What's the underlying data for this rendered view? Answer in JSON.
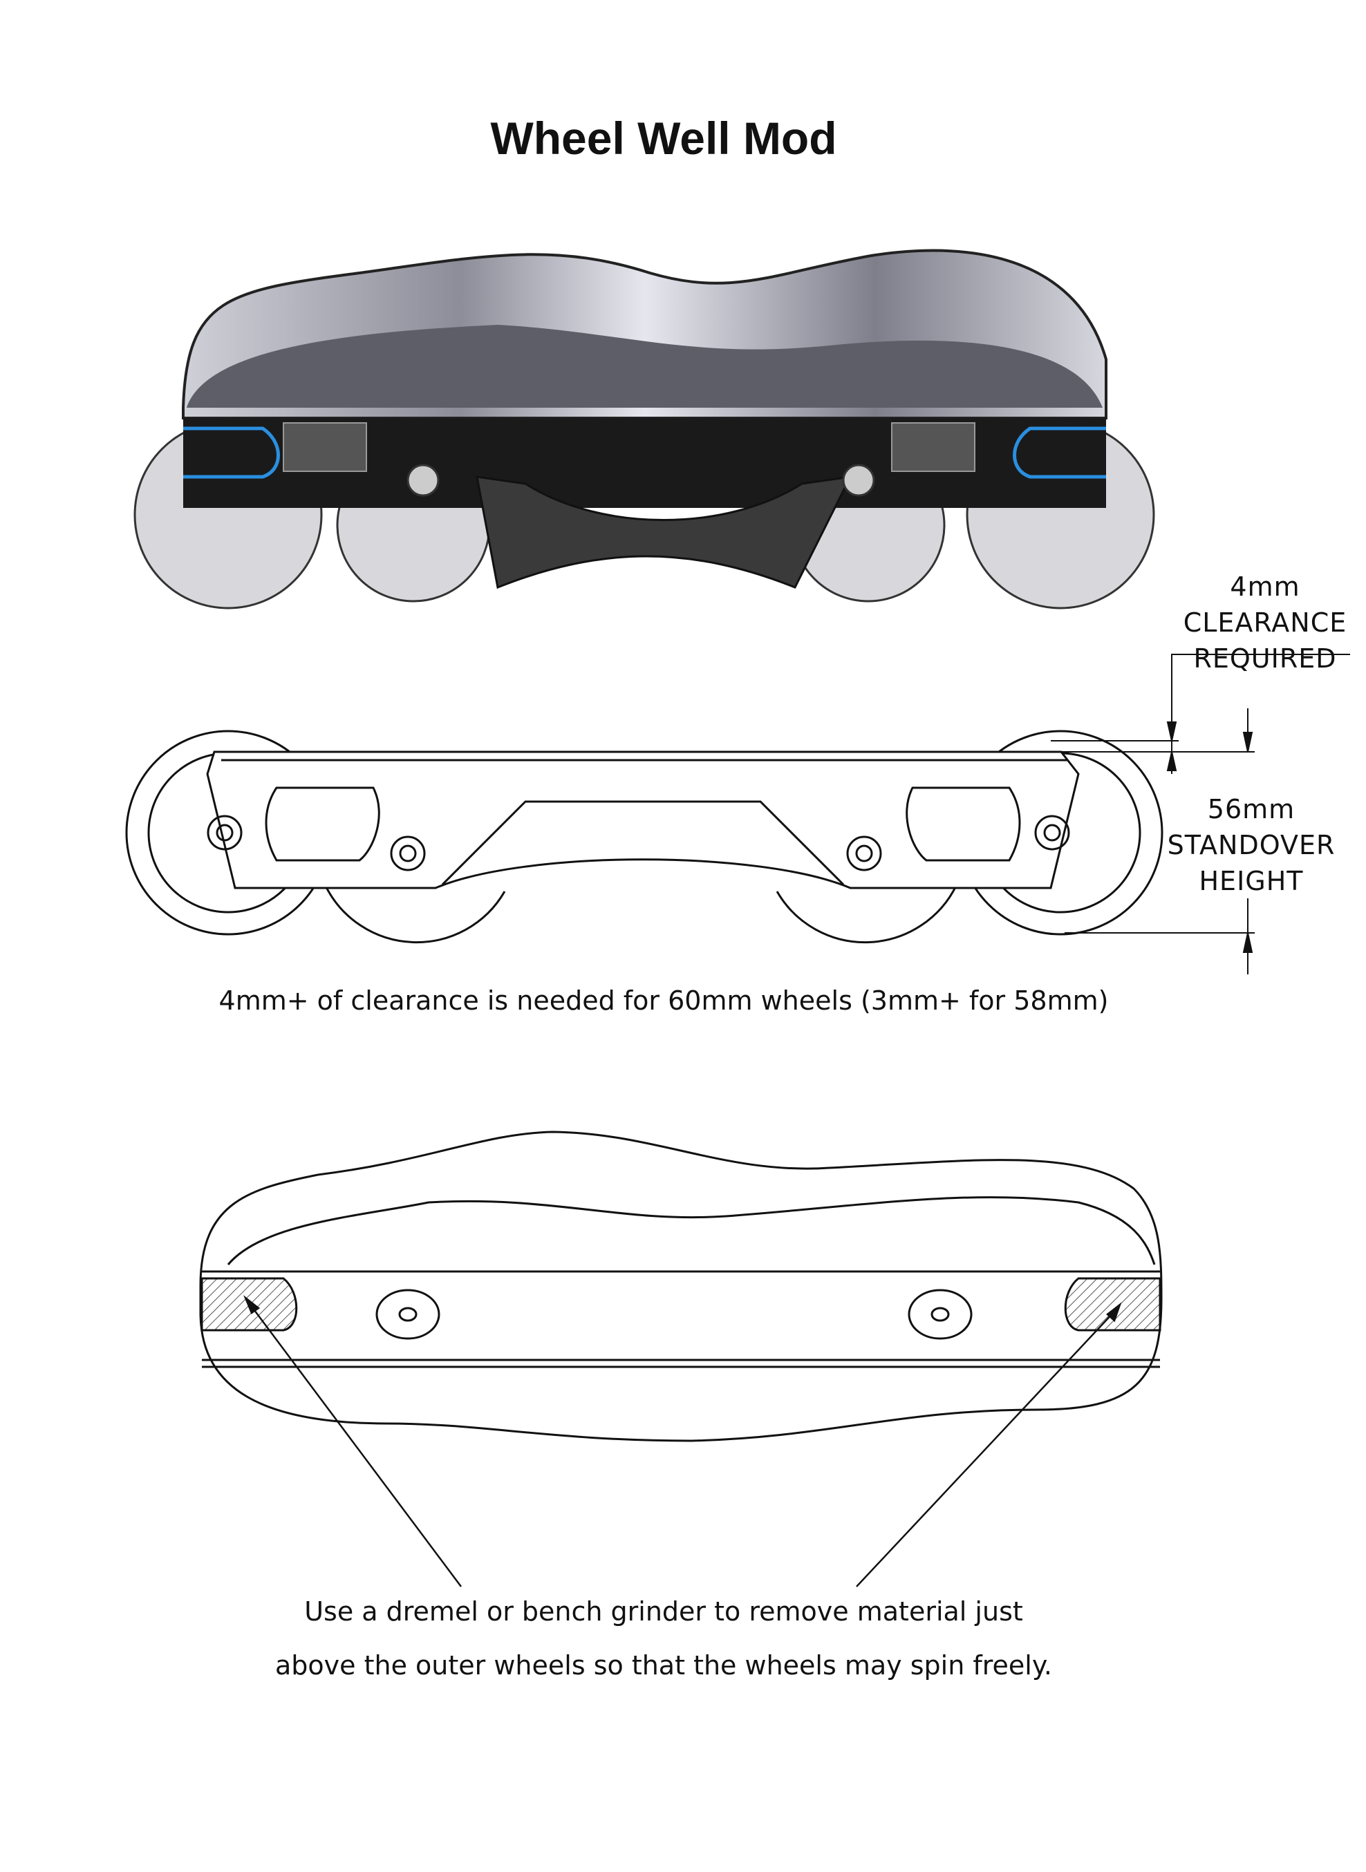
{
  "title": "Wheel Well Mod",
  "dimensions": {
    "clearance": [
      "4mm",
      "CLEARANCE",
      "REQUIRED"
    ],
    "standover": [
      "56mm",
      "STANDOVER",
      "HEIGHT"
    ]
  },
  "captions": {
    "clearance_note": "4mm+ of clearance is needed for 60mm wheels (3mm+ for 58mm)",
    "instruction_line1": "Use a dremel or bench grinder to remove material just",
    "instruction_line2": "above the outer wheels so that the wheels may spin freely."
  },
  "colors": {
    "highlight": "#2a8fe0",
    "frame": "#1a1a1a",
    "boot": "#6e6e78"
  }
}
